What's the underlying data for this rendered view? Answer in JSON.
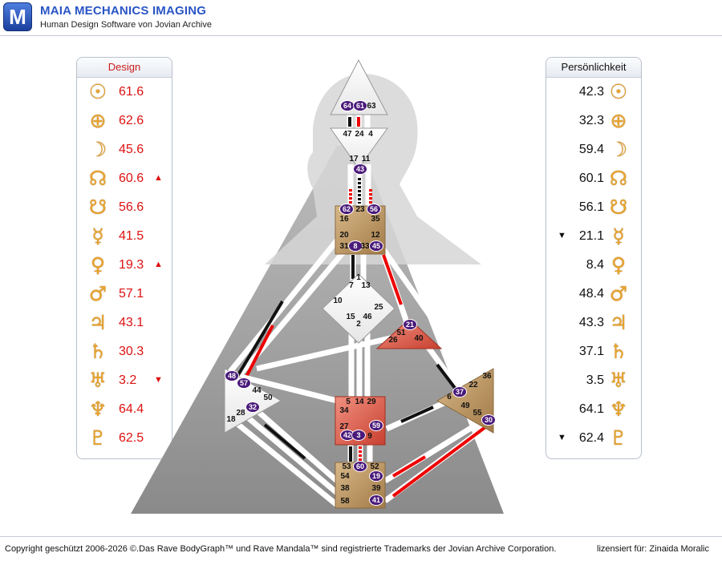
{
  "header": {
    "title": "MAIA MECHANICS IMAGING",
    "subtitle": "Human Design Software von Jovian Archive",
    "logo_letter": "M"
  },
  "design": {
    "title": "Design",
    "items": [
      {
        "icon": "sun-icon",
        "glyph": "☉",
        "value": "61.6",
        "arrow": ""
      },
      {
        "icon": "earth-icon",
        "glyph": "⊕",
        "value": "62.6",
        "arrow": ""
      },
      {
        "icon": "moon-icon",
        "glyph": "☽",
        "value": "45.6",
        "arrow": ""
      },
      {
        "icon": "north-node-icon",
        "glyph": "☊",
        "value": "60.6",
        "arrow": "▲"
      },
      {
        "icon": "south-node-icon",
        "glyph": "☋",
        "value": "56.6",
        "arrow": ""
      },
      {
        "icon": "mercury-icon",
        "glyph": "☿",
        "value": "41.5",
        "arrow": ""
      },
      {
        "icon": "venus-icon",
        "glyph": "♀",
        "value": "19.3",
        "arrow": "▲"
      },
      {
        "icon": "mars-icon",
        "glyph": "♂",
        "value": "57.1",
        "arrow": ""
      },
      {
        "icon": "jupiter-icon",
        "glyph": "♃",
        "value": "43.1",
        "arrow": ""
      },
      {
        "icon": "saturn-icon",
        "glyph": "♄",
        "value": "30.3",
        "arrow": ""
      },
      {
        "icon": "uranus-icon",
        "glyph": "♅",
        "value": "3.2",
        "arrow": "▼"
      },
      {
        "icon": "neptune-icon",
        "glyph": "♆",
        "value": "64.4",
        "arrow": ""
      },
      {
        "icon": "pluto-icon",
        "glyph": "♇",
        "value": "62.5",
        "arrow": ""
      }
    ]
  },
  "personality": {
    "title": "Persönlichkeit",
    "items": [
      {
        "icon": "sun-icon",
        "glyph": "☉",
        "value": "42.3",
        "arrow": ""
      },
      {
        "icon": "earth-icon",
        "glyph": "⊕",
        "value": "32.3",
        "arrow": ""
      },
      {
        "icon": "moon-icon",
        "glyph": "☽",
        "value": "59.4",
        "arrow": ""
      },
      {
        "icon": "north-node-icon",
        "glyph": "☊",
        "value": "60.1",
        "arrow": ""
      },
      {
        "icon": "south-node-icon",
        "glyph": "☋",
        "value": "56.1",
        "arrow": ""
      },
      {
        "icon": "mercury-icon",
        "glyph": "☿",
        "value": "21.1",
        "arrow": "▼"
      },
      {
        "icon": "venus-icon",
        "glyph": "♀",
        "value": "8.4",
        "arrow": ""
      },
      {
        "icon": "mars-icon",
        "glyph": "♂",
        "value": "48.4",
        "arrow": ""
      },
      {
        "icon": "jupiter-icon",
        "glyph": "♃",
        "value": "43.3",
        "arrow": ""
      },
      {
        "icon": "saturn-icon",
        "glyph": "♄",
        "value": "37.1",
        "arrow": ""
      },
      {
        "icon": "uranus-icon",
        "glyph": "♅",
        "value": "3.5",
        "arrow": ""
      },
      {
        "icon": "neptune-icon",
        "glyph": "♆",
        "value": "64.1",
        "arrow": ""
      },
      {
        "icon": "pluto-icon",
        "glyph": "♇",
        "value": "62.4",
        "arrow": "▼"
      }
    ]
  },
  "bodygraph": {
    "gates": [
      {
        "n": "64",
        "a": 1
      },
      {
        "n": "61",
        "a": 1
      },
      {
        "n": "63",
        "a": 0
      },
      {
        "n": "47",
        "a": 0
      },
      {
        "n": "24",
        "a": 0
      },
      {
        "n": "4",
        "a": 0
      },
      {
        "n": "17",
        "a": 0
      },
      {
        "n": "11",
        "a": 0
      },
      {
        "n": "43",
        "a": 1
      },
      {
        "n": "62",
        "a": 1
      },
      {
        "n": "23",
        "a": 0
      },
      {
        "n": "56",
        "a": 1
      },
      {
        "n": "16",
        "a": 0
      },
      {
        "n": "35",
        "a": 0
      },
      {
        "n": "20",
        "a": 0
      },
      {
        "n": "12",
        "a": 0
      },
      {
        "n": "31",
        "a": 0
      },
      {
        "n": "8",
        "a": 1
      },
      {
        "n": "33",
        "a": 0
      },
      {
        "n": "45",
        "a": 1
      },
      {
        "n": "1",
        "a": 0
      },
      {
        "n": "7",
        "a": 0
      },
      {
        "n": "13",
        "a": 0
      },
      {
        "n": "10",
        "a": 0
      },
      {
        "n": "25",
        "a": 0
      },
      {
        "n": "15",
        "a": 0
      },
      {
        "n": "46",
        "a": 0
      },
      {
        "n": "2",
        "a": 0
      },
      {
        "n": "21",
        "a": 1
      },
      {
        "n": "51",
        "a": 0
      },
      {
        "n": "26",
        "a": 0
      },
      {
        "n": "40",
        "a": 0
      },
      {
        "n": "48",
        "a": 1
      },
      {
        "n": "57",
        "a": 1
      },
      {
        "n": "44",
        "a": 0
      },
      {
        "n": "50",
        "a": 0
      },
      {
        "n": "28",
        "a": 0
      },
      {
        "n": "32",
        "a": 1
      },
      {
        "n": "18",
        "a": 0
      },
      {
        "n": "5",
        "a": 0
      },
      {
        "n": "14",
        "a": 0
      },
      {
        "n": "29",
        "a": 0
      },
      {
        "n": "34",
        "a": 0
      },
      {
        "n": "27",
        "a": 0
      },
      {
        "n": "59",
        "a": 1
      },
      {
        "n": "42",
        "a": 1
      },
      {
        "n": "3",
        "a": 1
      },
      {
        "n": "9",
        "a": 0
      },
      {
        "n": "36",
        "a": 0
      },
      {
        "n": "22",
        "a": 0
      },
      {
        "n": "37",
        "a": 1
      },
      {
        "n": "6",
        "a": 0
      },
      {
        "n": "49",
        "a": 0
      },
      {
        "n": "55",
        "a": 0
      },
      {
        "n": "30",
        "a": 1
      },
      {
        "n": "53",
        "a": 0
      },
      {
        "n": "60",
        "a": 1
      },
      {
        "n": "52",
        "a": 0
      },
      {
        "n": "54",
        "a": 0
      },
      {
        "n": "19",
        "a": 1
      },
      {
        "n": "38",
        "a": 0
      },
      {
        "n": "39",
        "a": 0
      },
      {
        "n": "58",
        "a": 0
      },
      {
        "n": "41",
        "a": 1
      }
    ]
  },
  "footer": {
    "copyright": "Copyright geschützt 2006-2026 ©.Das Rave BodyGraph™ und Rave Mandala™ sind registrierte Trademarks der Jovian Archive Corporation.",
    "license": "lizensiert für: Zinaida Moralic"
  },
  "colors": {
    "design_red": "#dd1111",
    "glyph_gold": "#e8a430",
    "gate_purple": "#4a1a7a",
    "center_tan": "#c9a26a",
    "center_red": "#e06050"
  }
}
